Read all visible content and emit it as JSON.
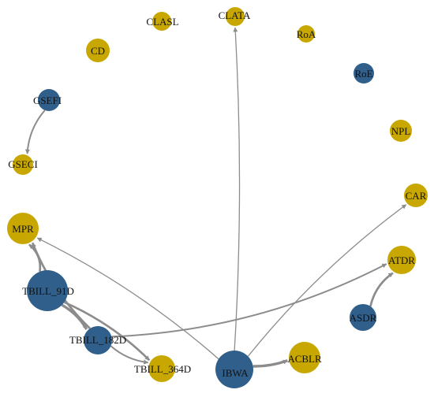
{
  "colors": {
    "gold": "#C8A800",
    "blue": "#2F5F8A",
    "edge": "#8C8C8C"
  },
  "nodes": [
    {
      "id": "CLASL",
      "label": "CLASL",
      "group": "gold"
    },
    {
      "id": "CLATA",
      "label": "CLATA",
      "group": "gold"
    },
    {
      "id": "CD",
      "label": "CD",
      "group": "gold"
    },
    {
      "id": "RoA",
      "label": "RoA",
      "group": "gold"
    },
    {
      "id": "RoE",
      "label": "RoE",
      "group": "blue"
    },
    {
      "id": "GSEFI",
      "label": "GSEFI",
      "group": "blue"
    },
    {
      "id": "NPL",
      "label": "NPL",
      "group": "gold"
    },
    {
      "id": "GSECI",
      "label": "GSECI",
      "group": "gold"
    },
    {
      "id": "CAR",
      "label": "CAR",
      "group": "gold"
    },
    {
      "id": "MPR",
      "label": "MPR",
      "group": "gold"
    },
    {
      "id": "ATDR",
      "label": "ATDR",
      "group": "gold"
    },
    {
      "id": "TBILL_91D",
      "label": "TBILL_91D",
      "group": "blue"
    },
    {
      "id": "ASDR",
      "label": "ASDR",
      "group": "blue"
    },
    {
      "id": "TBILL_182D",
      "label": "TBILL_182D",
      "group": "blue"
    },
    {
      "id": "ACBLR",
      "label": "ACBLR",
      "group": "gold"
    },
    {
      "id": "TBILL_364D",
      "label": "TBILL_364D",
      "group": "gold"
    },
    {
      "id": "IBWA",
      "label": "IBWA",
      "group": "blue"
    }
  ],
  "edges": [
    {
      "from": "GSEFI",
      "to": "GSECI",
      "weight": 2
    },
    {
      "from": "IBWA",
      "to": "CLATA",
      "weight": 1
    },
    {
      "from": "IBWA",
      "to": "CAR",
      "weight": 1
    },
    {
      "from": "IBWA",
      "to": "ACBLR",
      "weight": 4
    },
    {
      "from": "IBWA",
      "to": "MPR",
      "weight": 1
    },
    {
      "from": "TBILL_182D",
      "to": "ATDR",
      "weight": 2
    },
    {
      "from": "ASDR",
      "to": "ATDR",
      "weight": 3
    },
    {
      "from": "TBILL_91D",
      "to": "MPR",
      "weight": 3
    },
    {
      "from": "TBILL_182D",
      "to": "MPR",
      "weight": 3
    },
    {
      "from": "TBILL_91D",
      "to": "TBILL_182D",
      "weight": 4
    },
    {
      "from": "TBILL_91D",
      "to": "TBILL_364D",
      "weight": 3
    },
    {
      "from": "TBILL_182D",
      "to": "TBILL_364D",
      "weight": 2
    }
  ]
}
